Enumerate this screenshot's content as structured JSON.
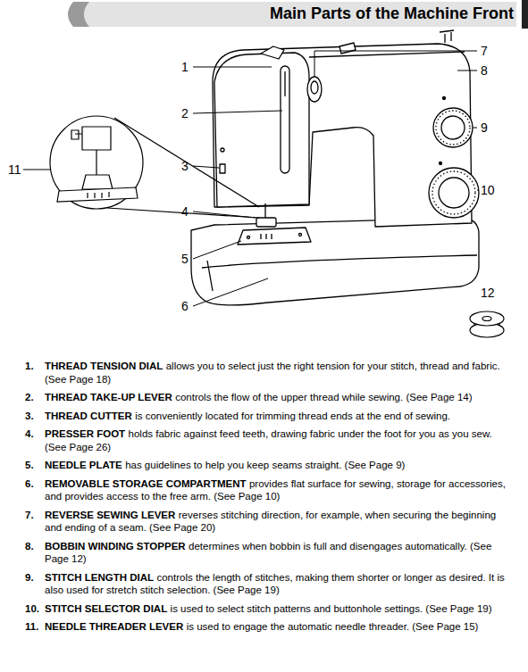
{
  "diagram": {
    "title": "Main Parts of the Machine Front",
    "labels": [
      "1",
      "2",
      "3",
      "4",
      "5",
      "6",
      "7",
      "8",
      "9",
      "10",
      "11",
      "12",
      "1.",
      "THREAD TENSION DIAL",
      "allows you to select just the right tension for your stitch, thread and fabric. (See Page 18)",
      "2.",
      "THREAD TAKE-UP LEVER",
      "controls the flow of the upper thread while sewing. (See Page 14)",
      "3.",
      "THREAD CUTTER",
      "is conveniently located for trimming thread ends at the end of sewing.",
      "4.",
      "PRESSER FOOT",
      "holds fabric against feed teeth, drawing fabric under the foot for you as you sew. (See Page 26)",
      "5.",
      "NEEDLE PLATE",
      "has guidelines to help you keep seams straight. (See Page 9)",
      "6.",
      "REMOVABLE STORAGE COMPARTMENT",
      "provides flat surface for sewing, storage for accessories, and provides access to the free arm. (See Page 10)",
      "7.",
      "REVERSE SEWING LEVER",
      "reverses stitching direction, for example, when securing the beginning and ending of a seam. (See Page 20)",
      "8.",
      "BOBBIN WINDING STOPPER",
      "determines when bobbin is full and disengages automatically. (See Page 12)",
      "9.",
      "STITCH LENGTH DIAL",
      "controls the length of stitches, making them shorter or longer as desired. It is also used for stretch stitch selection. (See Page 19)",
      "10.",
      "STITCH SELECTOR DIAL",
      "is used to select stitch patterns and buttonhole settings. (See Page 19)",
      "11.",
      "NEEDLE THREADER LEVER",
      "is used to engage the automatic needle threader. (See Page 15)"
    ]
  }
}
